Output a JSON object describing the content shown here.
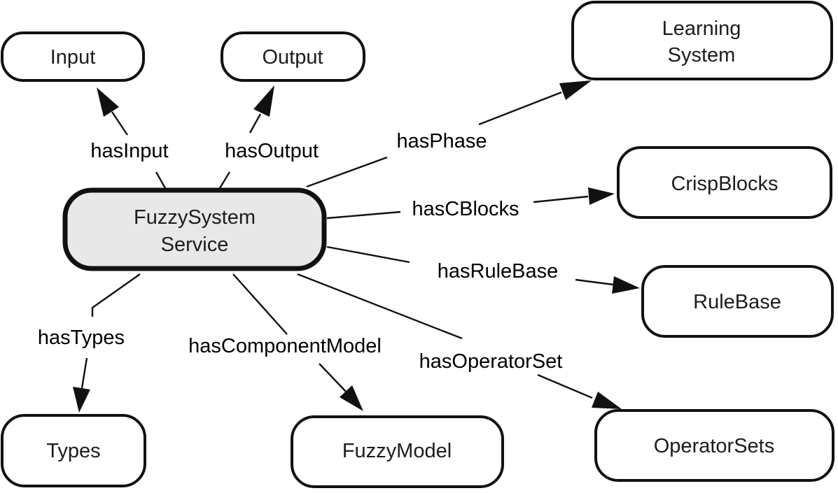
{
  "center": {
    "line1": "FuzzySystem",
    "line2": "Service"
  },
  "nodes": {
    "input": "Input",
    "output": "Output",
    "learning_system": {
      "line1": "Learning",
      "line2": "System"
    },
    "crisp_blocks": "CrispBlocks",
    "rule_base": "RuleBase",
    "types": "Types",
    "fuzzy_model": "FuzzyModel",
    "operator_sets": "OperatorSets"
  },
  "edges": {
    "has_input": "hasInput",
    "has_output": "hasOutput",
    "has_phase": "hasPhase",
    "has_cblocks": "hasCBlocks",
    "has_rule_base": "hasRuleBase",
    "has_types": "hasTypes",
    "has_component_model": "hasComponentModel",
    "has_operator_set": "hasOperatorSet"
  },
  "colors": {
    "center_fill": "#e8e8e8",
    "node_fill": "#ffffff",
    "stroke": "#111111"
  }
}
